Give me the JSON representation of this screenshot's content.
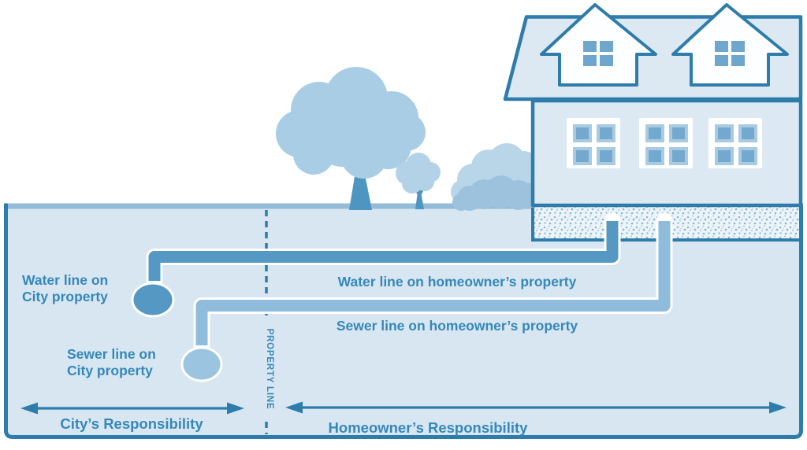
{
  "diagram": {
    "title": "Water and sewer line responsibility diagram",
    "labels": {
      "water_city_line1": "Water line on",
      "water_city_line2": "City property",
      "sewer_city_line1": "Sewer line on",
      "sewer_city_line2": "City property",
      "water_homeowner": "Water line on homeowner’s property",
      "sewer_homeowner": "Sewer line on homeowner’s property",
      "property_line": "PROPERTY LINE",
      "city_responsibility": "City’s Responsibility",
      "homeowner_responsibility": "Homeowner’s Responsibility"
    },
    "colors": {
      "dark": "#2d7cab",
      "text": "#3488bb",
      "band": "#94bcd9",
      "underground": "#d8e6f1",
      "pipe-water": "#5598c3",
      "pipe-sewer": "#8fbcda",
      "valve-sewer": "#9ac4e0",
      "wall": "#dce9f3",
      "dormer": "#fdfeff",
      "dormer-window": "#6ea6cd",
      "window-light": "#a9cbe2",
      "window-mid": "#74a9cf",
      "canopy": "#a9cde5",
      "canopy-small": "#b3d2e8",
      "bush-light": "#b9d6e9",
      "bush-dark": "#9cc2dd",
      "trunk": "#4f95c1"
    }
  }
}
